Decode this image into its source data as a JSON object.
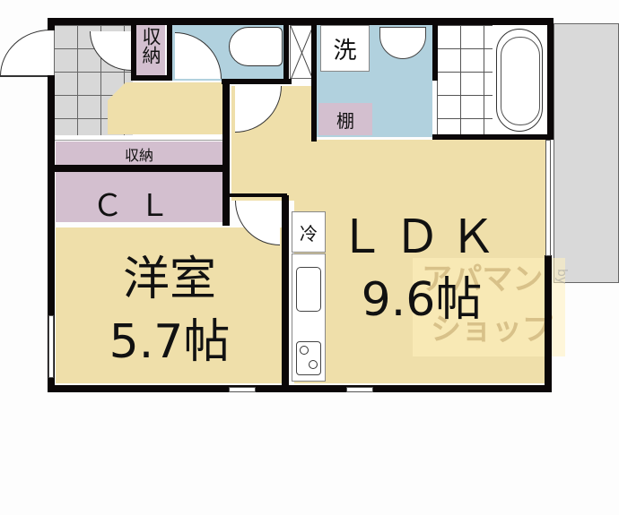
{
  "floorplan": {
    "rooms": {
      "western_room": {
        "name": "洋室",
        "size": "5.7帖"
      },
      "ldk": {
        "name": "ＬＤＫ",
        "size": "9.6帖"
      },
      "closet": {
        "label": "ＣＬ"
      },
      "storage_top": {
        "label": "収納"
      },
      "storage_hall": {
        "label": "収納"
      },
      "washer": {
        "label": "洗"
      },
      "shelf": {
        "label": "棚"
      },
      "fridge": {
        "label": "冷"
      }
    },
    "colors": {
      "wall": "#0b0708",
      "floor": "#efdfaa",
      "wet_area": "#b1d1de",
      "storage": "#d3bfcf",
      "tile": "#d8d8d8",
      "balcony": "#d9d9d9"
    },
    "watermark": {
      "line1": "アパマン",
      "line2": "ショップ",
      "by": "by"
    }
  }
}
